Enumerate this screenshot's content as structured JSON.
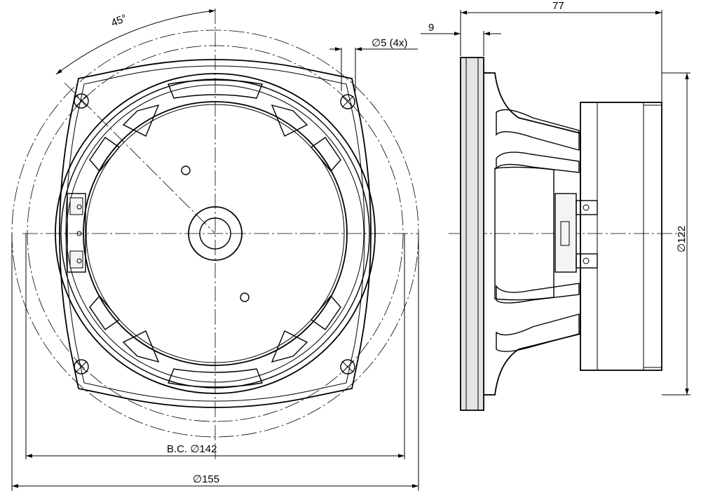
{
  "dimensions": {
    "angle": "45°",
    "hole": "∅5 (4x)",
    "bolt_circle": "B.C. ∅142",
    "outer_diameter": "∅155",
    "depth": "77",
    "flange": "9",
    "magnet": "∅122"
  }
}
